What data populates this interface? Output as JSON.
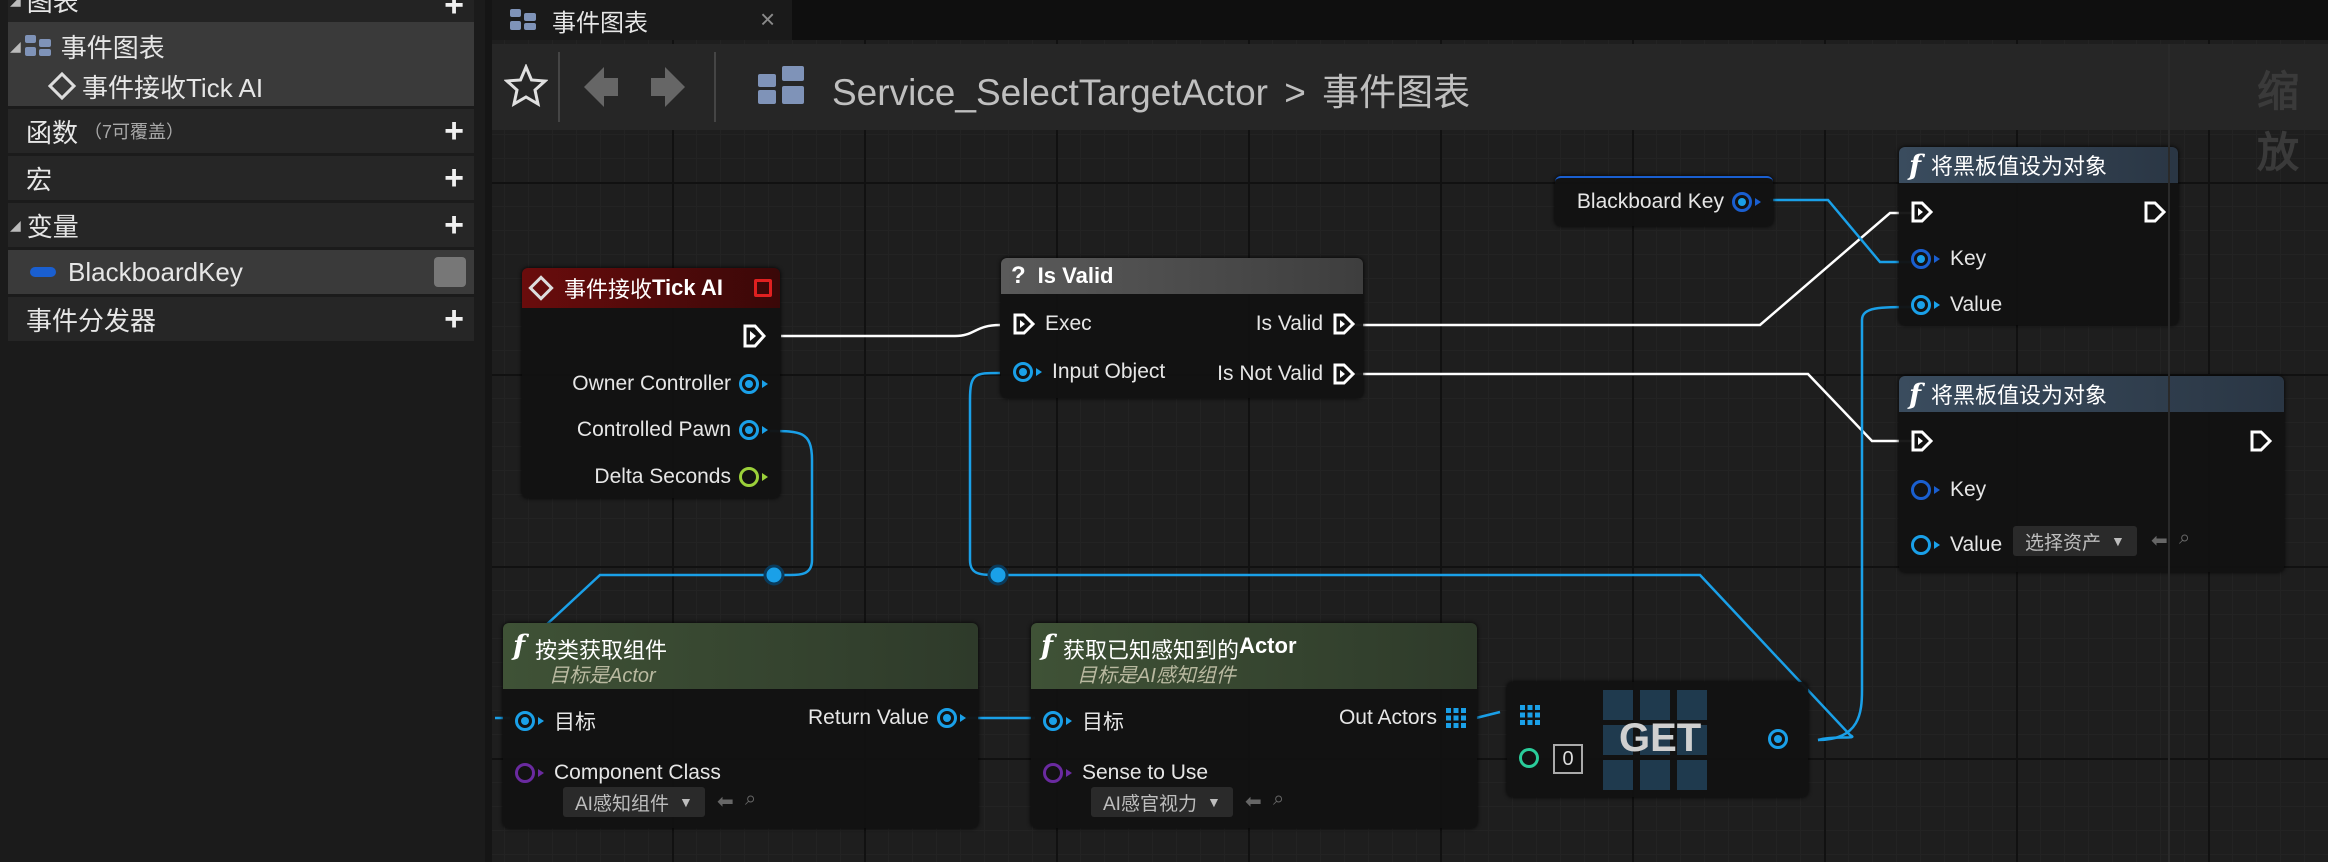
{
  "left_panel": {
    "graphs_label": "图表",
    "event_graph": "事件图表",
    "event_tick": "事件接收Tick AI",
    "functions_label": "函数",
    "functions_sub": "（7可覆盖）",
    "macros_label": "宏",
    "variables_label": "变量",
    "variable_item": "BlackboardKey",
    "dispatchers_label": "事件分发器"
  },
  "tab": {
    "title": "事件图表",
    "close": "×"
  },
  "toolbar": {
    "breadcrumb_asset": "Service_SelectTargetActor",
    "breadcrumb_sep": ">",
    "breadcrumb_graph": "事件图表",
    "zoom": "缩放"
  },
  "nodes": {
    "event_tick": {
      "title_prefix": "事件接收",
      "title_bold": "Tick AI",
      "pins": [
        "Owner Controller",
        "Controlled Pawn",
        "Delta Seconds"
      ]
    },
    "is_valid": {
      "title": "Is Valid",
      "exec": "Exec",
      "input": "Input Object",
      "out_valid": "Is Valid",
      "out_not_valid": "Is Not Valid"
    },
    "blackboard_key": {
      "label": "Blackboard Key"
    },
    "set_bb_1": {
      "title": "将黑板值设为对象",
      "key": "Key",
      "value": "Value"
    },
    "set_bb_2": {
      "title": "将黑板值设为对象",
      "key": "Key",
      "value": "Value",
      "dropdown": "选择资产"
    },
    "get_component": {
      "title": "按类获取组件",
      "subtitle_prefix": "目标是",
      "subtitle_italic": "Actor",
      "target": "目标",
      "return": "Return Value",
      "class": "Component Class",
      "dropdown": "AI感知组件"
    },
    "get_perceived": {
      "title_prefix": "获取已知感知到的",
      "title_bold": "Actor",
      "subtitle_prefix": "目标是",
      "subtitle_italic": "AI感知组件",
      "target": "目标",
      "out": "Out Actors",
      "sense": "Sense to Use",
      "dropdown": "AI感官视力"
    },
    "get_array": {
      "label": "GET",
      "index": "0"
    }
  },
  "colors": {
    "object_pin": "#1aa0e8",
    "float_pin": "#9bd03a",
    "class_pin": "#6a2aa0",
    "int_pin": "#2acc9a",
    "event_header": "#7a1010",
    "func_header": "#3f5236",
    "bb_header": "#3a4c5e"
  }
}
